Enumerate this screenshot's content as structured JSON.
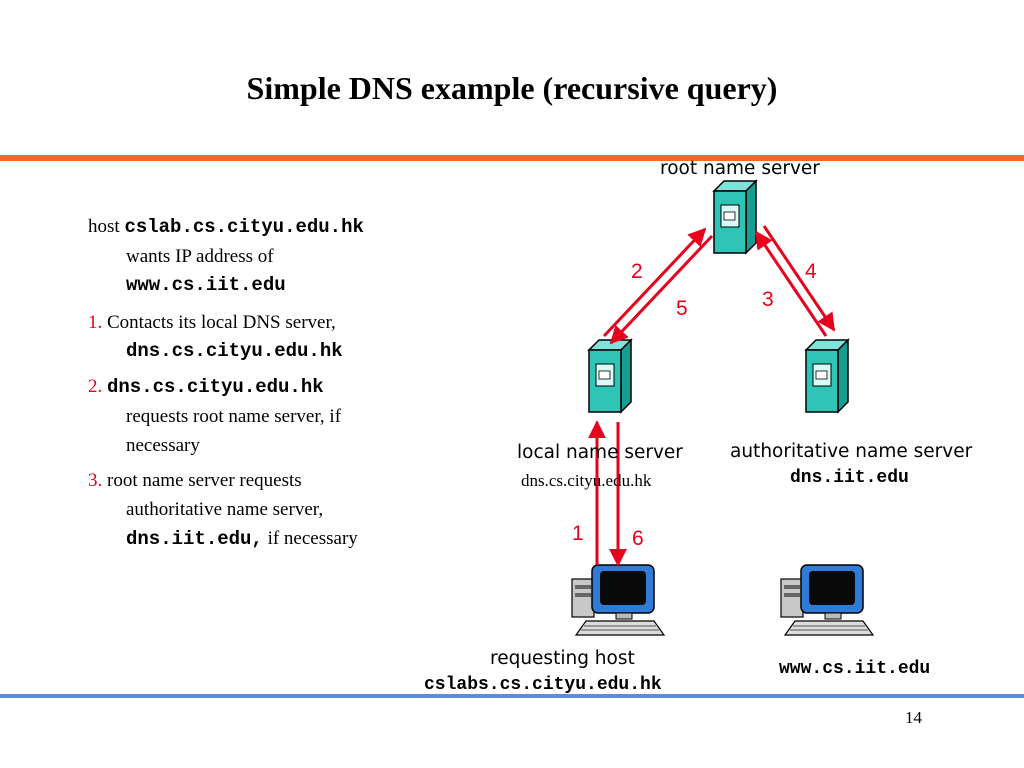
{
  "slide": {
    "title": "Simple DNS example (recursive query)",
    "page_number": "14"
  },
  "bullets": {
    "intro": {
      "prefix": "host",
      "host": "cslab.cs.cityu.edu.hk",
      "text": "wants IP address of",
      "target": "www.cs.iit.edu"
    },
    "step1": {
      "num": "1.",
      "text": "Contacts its local DNS server,",
      "server": "dns.cs.cityu.edu.hk"
    },
    "step2": {
      "num": "2.",
      "server": "dns.cs.cityu.edu.hk",
      "line1": "requests root name server, if",
      "line2": "necessary"
    },
    "step3": {
      "num": "3.",
      "line1": "root name server requests",
      "line2": "authoritative name server,",
      "server": "dns.iit.edu,",
      "suffix": "if necessary"
    }
  },
  "diagram": {
    "root_label": "root name server",
    "local_label": "local name server",
    "local_sub": "dns.cs.cityu.edu.hk",
    "auth_label": "authoritative name server",
    "auth_sub": "dns.iit.edu",
    "requesting_label": "requesting host",
    "requesting_sub": "cslabs.cs.cityu.edu.hk",
    "target_host": "www.cs.iit.edu",
    "steps": [
      "1",
      "2",
      "3",
      "4",
      "5",
      "6"
    ],
    "arrow_color": "#e8001c",
    "server_color": "#2ec4b6"
  }
}
